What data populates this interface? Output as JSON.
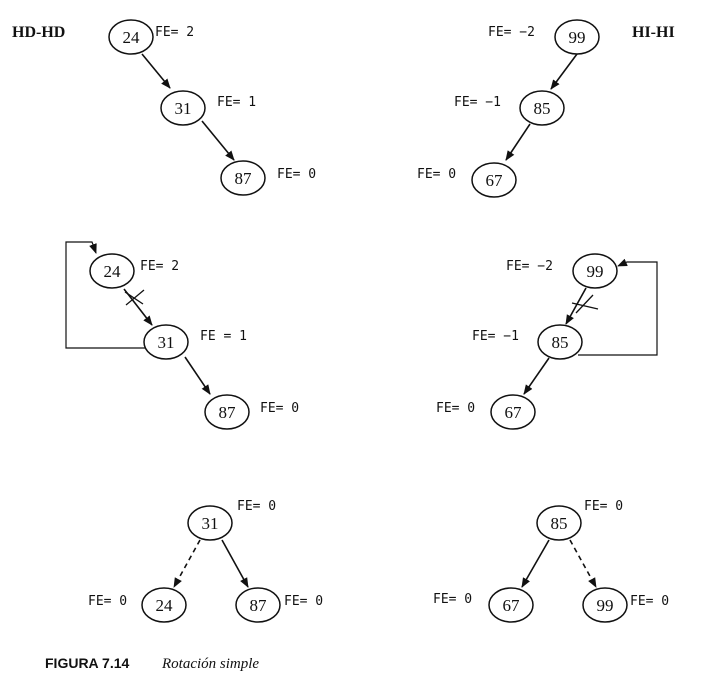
{
  "labels": {
    "left_case": "HD-HD",
    "right_case": "HI-HI"
  },
  "caption": {
    "figure": "FIGURA 7.14",
    "text": "Rotación simple"
  },
  "nodes": {
    "l1_24": "24",
    "l1_31": "31",
    "l1_87": "87",
    "l2_24": "24",
    "l2_31": "31",
    "l2_87": "87",
    "l3_31": "31",
    "l3_24": "24",
    "l3_87": "87",
    "r1_99": "99",
    "r1_85": "85",
    "r1_67": "67",
    "r2_99": "99",
    "r2_85": "85",
    "r2_67": "67",
    "r3_85": "85",
    "r3_67": "67",
    "r3_99": "99"
  },
  "fe": {
    "l1_24": "FE= 2",
    "l1_31": "FE= 1",
    "l1_87": "FE= 0",
    "l2_24": "FE= 2",
    "l2_31": "FE = 1",
    "l2_87": "FE= 0",
    "l3_31": "FE= 0",
    "l3_24": "FE= 0",
    "l3_87": "FE= 0",
    "r1_99": "FE= −2",
    "r1_85": "FE= −1",
    "r1_67": "FE= 0",
    "r2_99": "FE= −2",
    "r2_85": "FE= −1",
    "r2_67": "FE= 0",
    "r3_85": "FE= 0",
    "r3_67": "FE= 0",
    "r3_99": "FE= 0"
  }
}
